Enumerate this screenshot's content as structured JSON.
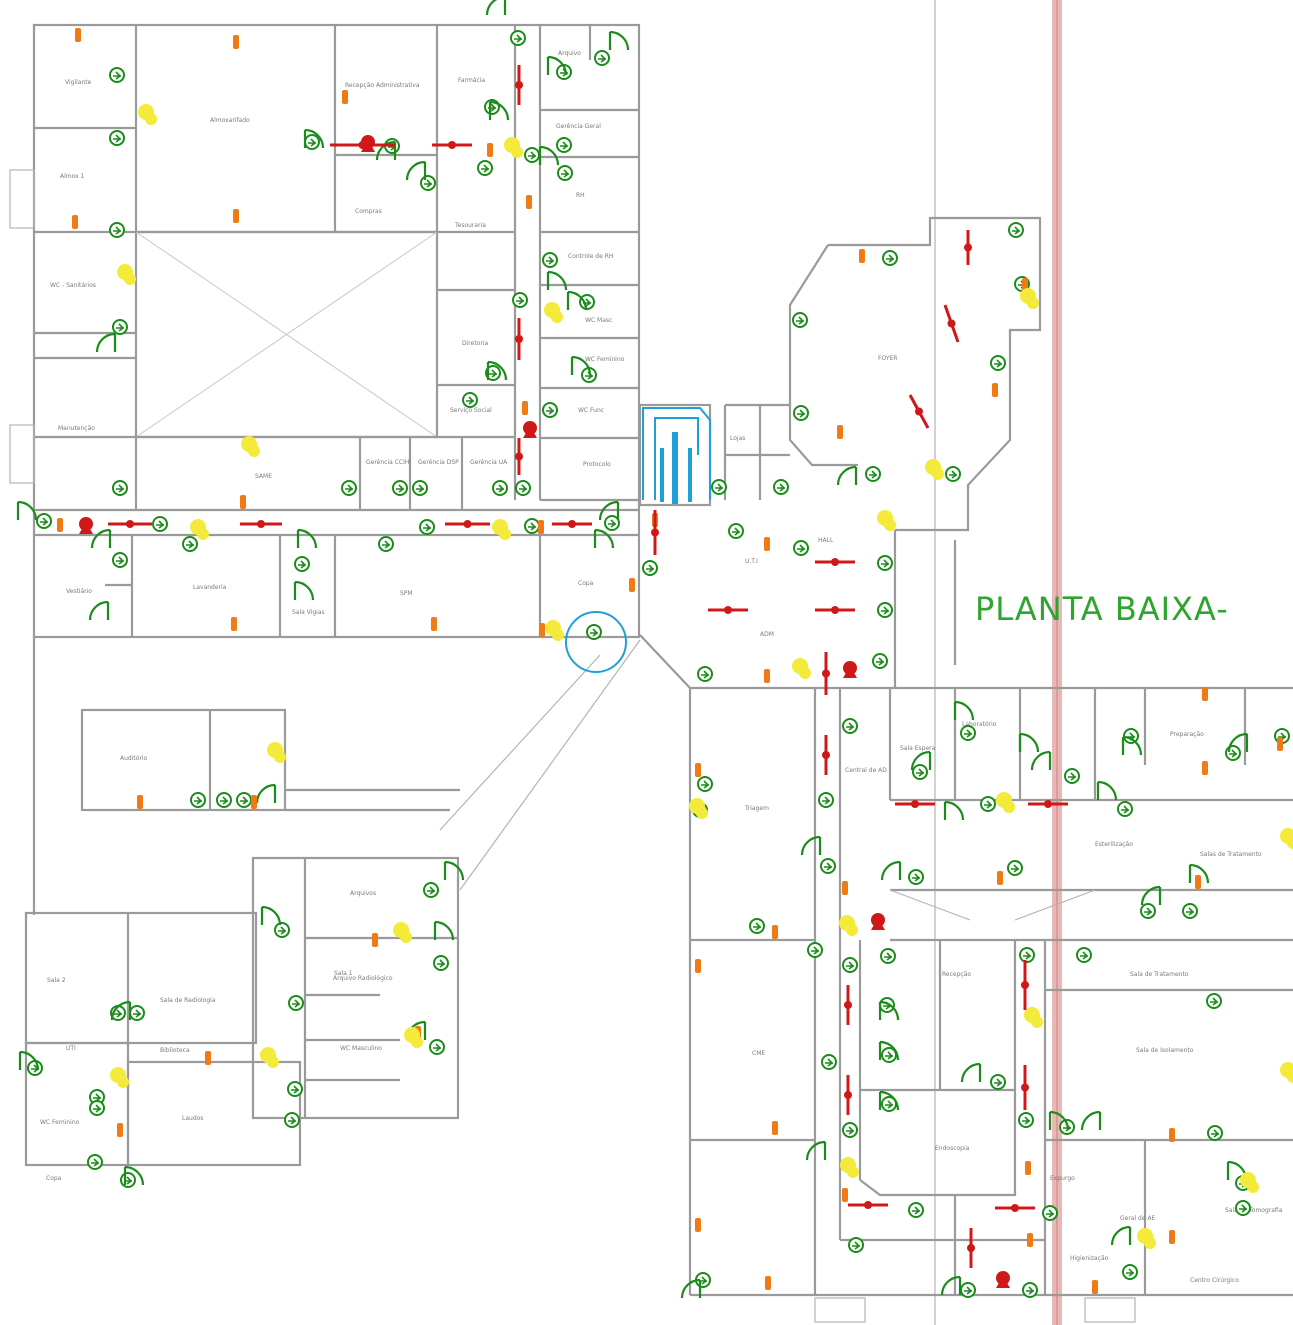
{
  "title": "PLANTA BAIXA-",
  "rooms": [
    {
      "id": "r1",
      "label": "Vigilante"
    },
    {
      "id": "r2",
      "label": "Almoxarifado"
    },
    {
      "id": "r3",
      "label": "Recepção Administrativa"
    },
    {
      "id": "r4",
      "label": "Farmácia"
    },
    {
      "id": "r5",
      "label": "Gerência Geral"
    },
    {
      "id": "r6",
      "label": "Arquivo"
    },
    {
      "id": "r7",
      "label": "Almox 1"
    },
    {
      "id": "r8",
      "label": "Compras"
    },
    {
      "id": "r9",
      "label": "Tesouraria"
    },
    {
      "id": "r10",
      "label": "RH"
    },
    {
      "id": "r11",
      "label": "WC - Sanitários"
    },
    {
      "id": "r12",
      "label": "Controle de RH"
    },
    {
      "id": "r13",
      "label": "WC Masc"
    },
    {
      "id": "r14",
      "label": "WC Feminino"
    },
    {
      "id": "r15",
      "label": "Diretoria"
    },
    {
      "id": "r16",
      "label": "Serviço Social"
    },
    {
      "id": "r17",
      "label": "WC Func"
    },
    {
      "id": "r18",
      "label": "Protocolo"
    },
    {
      "id": "r19",
      "label": "Manutenção"
    },
    {
      "id": "r20",
      "label": "SAME"
    },
    {
      "id": "r21",
      "label": "Gerência CCIH"
    },
    {
      "id": "r22",
      "label": "Gerência DSP"
    },
    {
      "id": "r23",
      "label": "Gerência UA"
    },
    {
      "id": "r24",
      "label": "Vestiário"
    },
    {
      "id": "r25",
      "label": "Lavanderia"
    },
    {
      "id": "r26",
      "label": "SPM"
    },
    {
      "id": "r27",
      "label": "Copa"
    },
    {
      "id": "r28",
      "label": "Sala Vigias"
    },
    {
      "id": "r29",
      "label": "Auditório"
    },
    {
      "id": "r30",
      "label": "FOYER"
    },
    {
      "id": "r31",
      "label": "HALL"
    },
    {
      "id": "r32",
      "label": "ADM"
    },
    {
      "id": "r33",
      "label": "Lojas"
    },
    {
      "id": "r34",
      "label": "U.T.I"
    },
    {
      "id": "r35",
      "label": "Triagem"
    },
    {
      "id": "r36",
      "label": "Central de AD"
    },
    {
      "id": "r37",
      "label": "Sala Espera"
    },
    {
      "id": "r38",
      "label": "Laboratório"
    },
    {
      "id": "r39",
      "label": "Preparação"
    },
    {
      "id": "r40",
      "label": "Esterilização"
    },
    {
      "id": "r41",
      "label": "Salas de Tratamento"
    },
    {
      "id": "r42",
      "label": "Sala de Tratamento"
    },
    {
      "id": "r43",
      "label": "Sala de Radiologia"
    },
    {
      "id": "r44",
      "label": "Recepção"
    },
    {
      "id": "r45",
      "label": "Arquivos"
    },
    {
      "id": "r46",
      "label": "Sala 1"
    },
    {
      "id": "r47",
      "label": "Sala 2"
    },
    {
      "id": "r48",
      "label": "Laudos"
    },
    {
      "id": "r49",
      "label": "Biblioteca"
    },
    {
      "id": "r50",
      "label": "Arquivo Radiológico"
    },
    {
      "id": "r51",
      "label": "WC Masculino"
    },
    {
      "id": "r52",
      "label": "WC Feminino"
    },
    {
      "id": "r53",
      "label": "Copa"
    },
    {
      "id": "r54",
      "label": "UTI"
    },
    {
      "id": "r55",
      "label": "CME"
    },
    {
      "id": "r56",
      "label": "Endoscopia"
    },
    {
      "id": "r57",
      "label": "Expurgo"
    },
    {
      "id": "r58",
      "label": "Higienização"
    },
    {
      "id": "r59",
      "label": "Geral de AE"
    },
    {
      "id": "r60",
      "label": "Centro Cirúrgico"
    },
    {
      "id": "r61",
      "label": "Sala de Isolamento"
    },
    {
      "id": "r62",
      "label": "Sala de Tomografia"
    }
  ],
  "colors": {
    "walls": "#9a9a9a",
    "exit_sign": "#1a8c1a",
    "extinguisher": "#f07a14",
    "hydrant": "#d01818",
    "alarm": "#f4ea3a",
    "stairs": "#1fa0d8",
    "title": "#2ea52e"
  }
}
